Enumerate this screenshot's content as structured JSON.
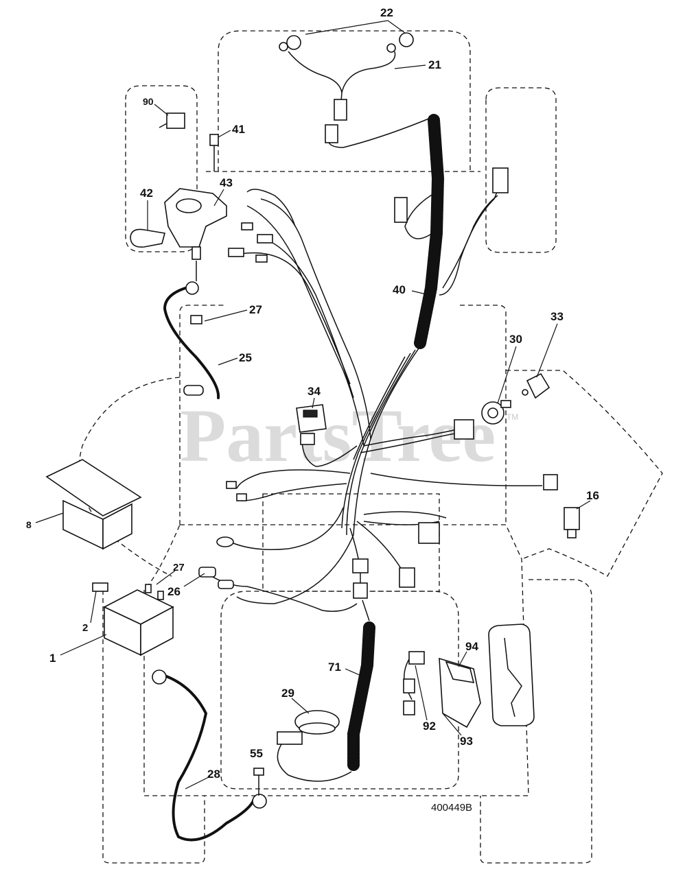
{
  "watermark": {
    "text": "PartsTree",
    "mark": "TM"
  },
  "drawing_code": "400449B",
  "callouts": {
    "c1": "1",
    "c2": "2",
    "c8": "8",
    "c16": "16",
    "c21": "21",
    "c22": "22",
    "c25": "25",
    "c26": "26",
    "c27a": "27",
    "c27b": "27",
    "c28": "28",
    "c29": "29",
    "c30": "30",
    "c33": "33",
    "c34": "34",
    "c40": "40",
    "c41": "41",
    "c42": "42",
    "c43": "43",
    "c55": "55",
    "c71": "71",
    "c90": "90",
    "c92": "92",
    "c93": "93",
    "c94": "94"
  },
  "colors": {
    "ink": "#111111",
    "watermark": "#d0d0d0"
  }
}
